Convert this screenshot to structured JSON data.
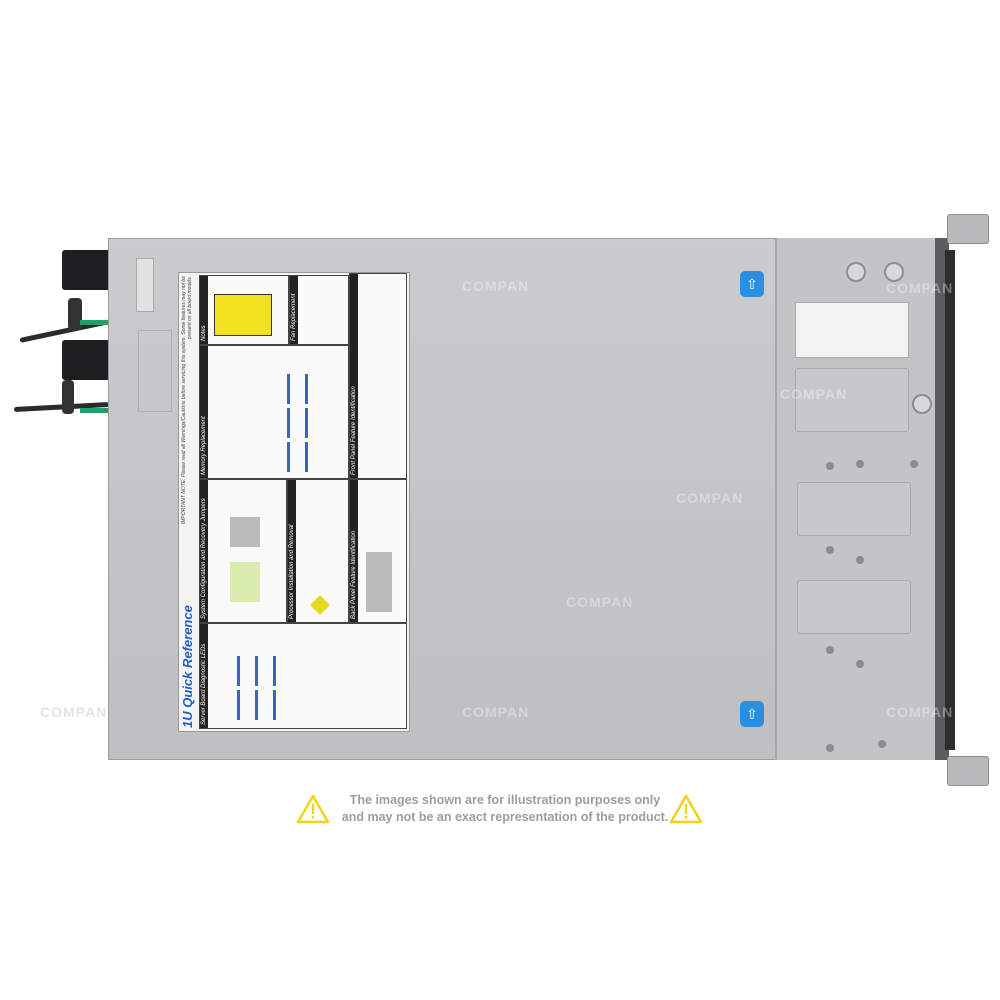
{
  "label": {
    "title": "1U Quick Reference",
    "important_note": "IMPORTANT NOTE: Please read all Warnings/Cautions before servicing this system. Some features may not be present on all board models.",
    "sections": [
      "Server Board Diagnostic LEDs",
      "System Configuration and Recovery Jumpers",
      "Processor Installation and Removal",
      "Back Panel Feature Identification",
      "Memory Replacement",
      "Front Panel Feature Identification",
      "Notes",
      "Fan Replacement"
    ]
  },
  "watermark": "COMPAN",
  "disclaimer": {
    "line1": "The images shown are for illustration purposes only",
    "line2": "and may not be an exact representation of the product."
  },
  "colors": {
    "tab": "#2a8fe0",
    "warning": "#f2d21d",
    "label_title": "#1f5fc4"
  },
  "icons": [
    "warning-triangle-icon",
    "release-tab-arrow-icon"
  ]
}
